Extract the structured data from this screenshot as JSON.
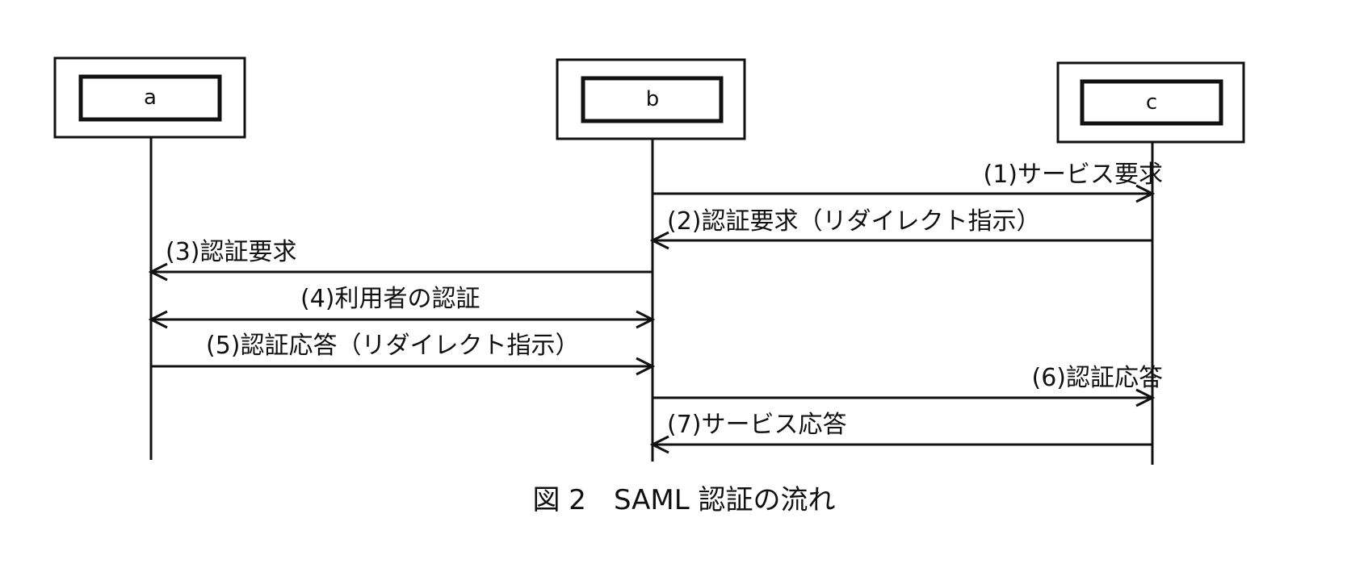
{
  "participants": [
    {
      "id": "a",
      "label": "a"
    },
    {
      "id": "b",
      "label": "b"
    },
    {
      "id": "c",
      "label": "c"
    }
  ],
  "messages": [
    {
      "label": "(1)サービス要求",
      "from": "b",
      "to": "c"
    },
    {
      "label": "(2)認証要求（リダイレクト指示）",
      "from": "c",
      "to": "b"
    },
    {
      "label": "(3)認証要求",
      "from": "b",
      "to": "a"
    },
    {
      "label": "(4)利用者の認証",
      "from": "a",
      "to": "b",
      "bidirectional": true
    },
    {
      "label": "(5)認証応答（リダイレクト指示）",
      "from": "a",
      "to": "b"
    },
    {
      "label": "(6)認証応答",
      "from": "b",
      "to": "c"
    },
    {
      "label": "(7)サービス応答",
      "from": "c",
      "to": "b"
    }
  ],
  "caption": "図 2　SAML 認証の流れ"
}
